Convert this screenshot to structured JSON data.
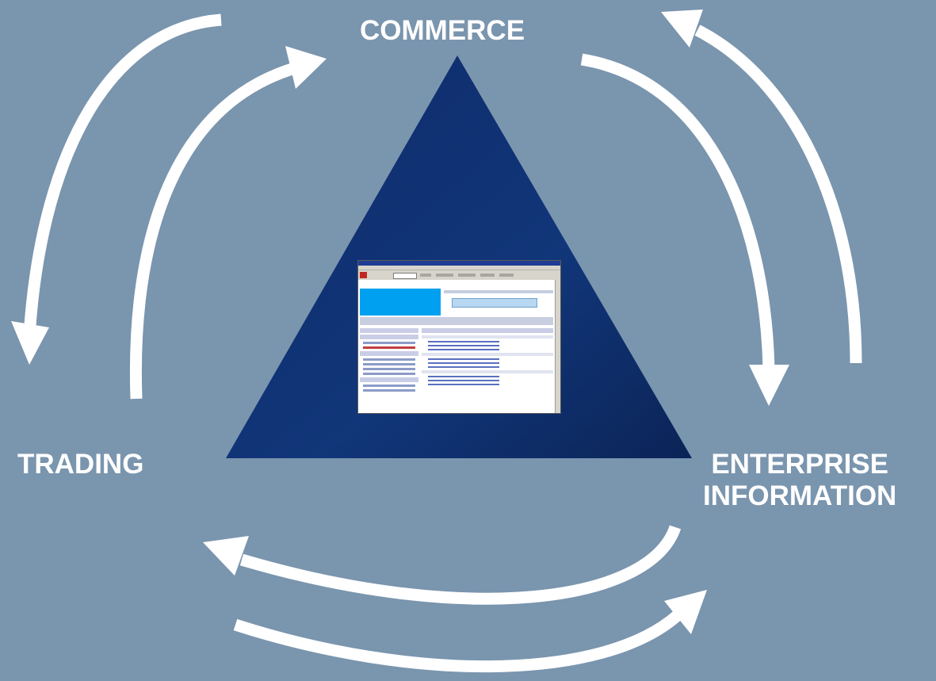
{
  "labels": {
    "commerce": "COMMERCE",
    "trading": "TRADING",
    "enterprise_line1": "ENTERPRISE",
    "enterprise_line2": "INFORMATION"
  },
  "colors": {
    "background": "#7a95ae",
    "triangle_top": "#0f2d6e",
    "triangle_bottom": "#123a7d",
    "arrow": "#ffffff",
    "label": "#ffffff"
  },
  "center_image": {
    "description_icon": "browser-screenshot-thumbnail"
  }
}
